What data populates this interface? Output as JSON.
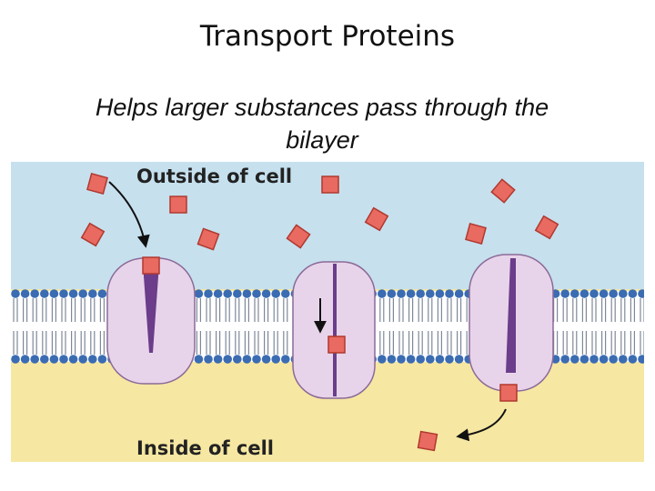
{
  "slide": {
    "title": "Transport Proteins",
    "subtitle_line1": "Helps larger substances pass through the",
    "subtitle_line2": "bilayer"
  },
  "diagram": {
    "outside_label": "Outside of cell",
    "inside_label": "Inside of cell",
    "colors": {
      "outside_fluid": "#c6e0ee",
      "inside_fluid": "#f6e7a2",
      "phospholipid_head": "#3b6cb2",
      "phospholipid_tail": "#7e8899",
      "protein_fill": "#e8d4ea",
      "protein_channel": "#6b3d8a",
      "molecule_fill": "#e86a60",
      "molecule_border": "#b0392f",
      "arrow": "#111111"
    }
  }
}
